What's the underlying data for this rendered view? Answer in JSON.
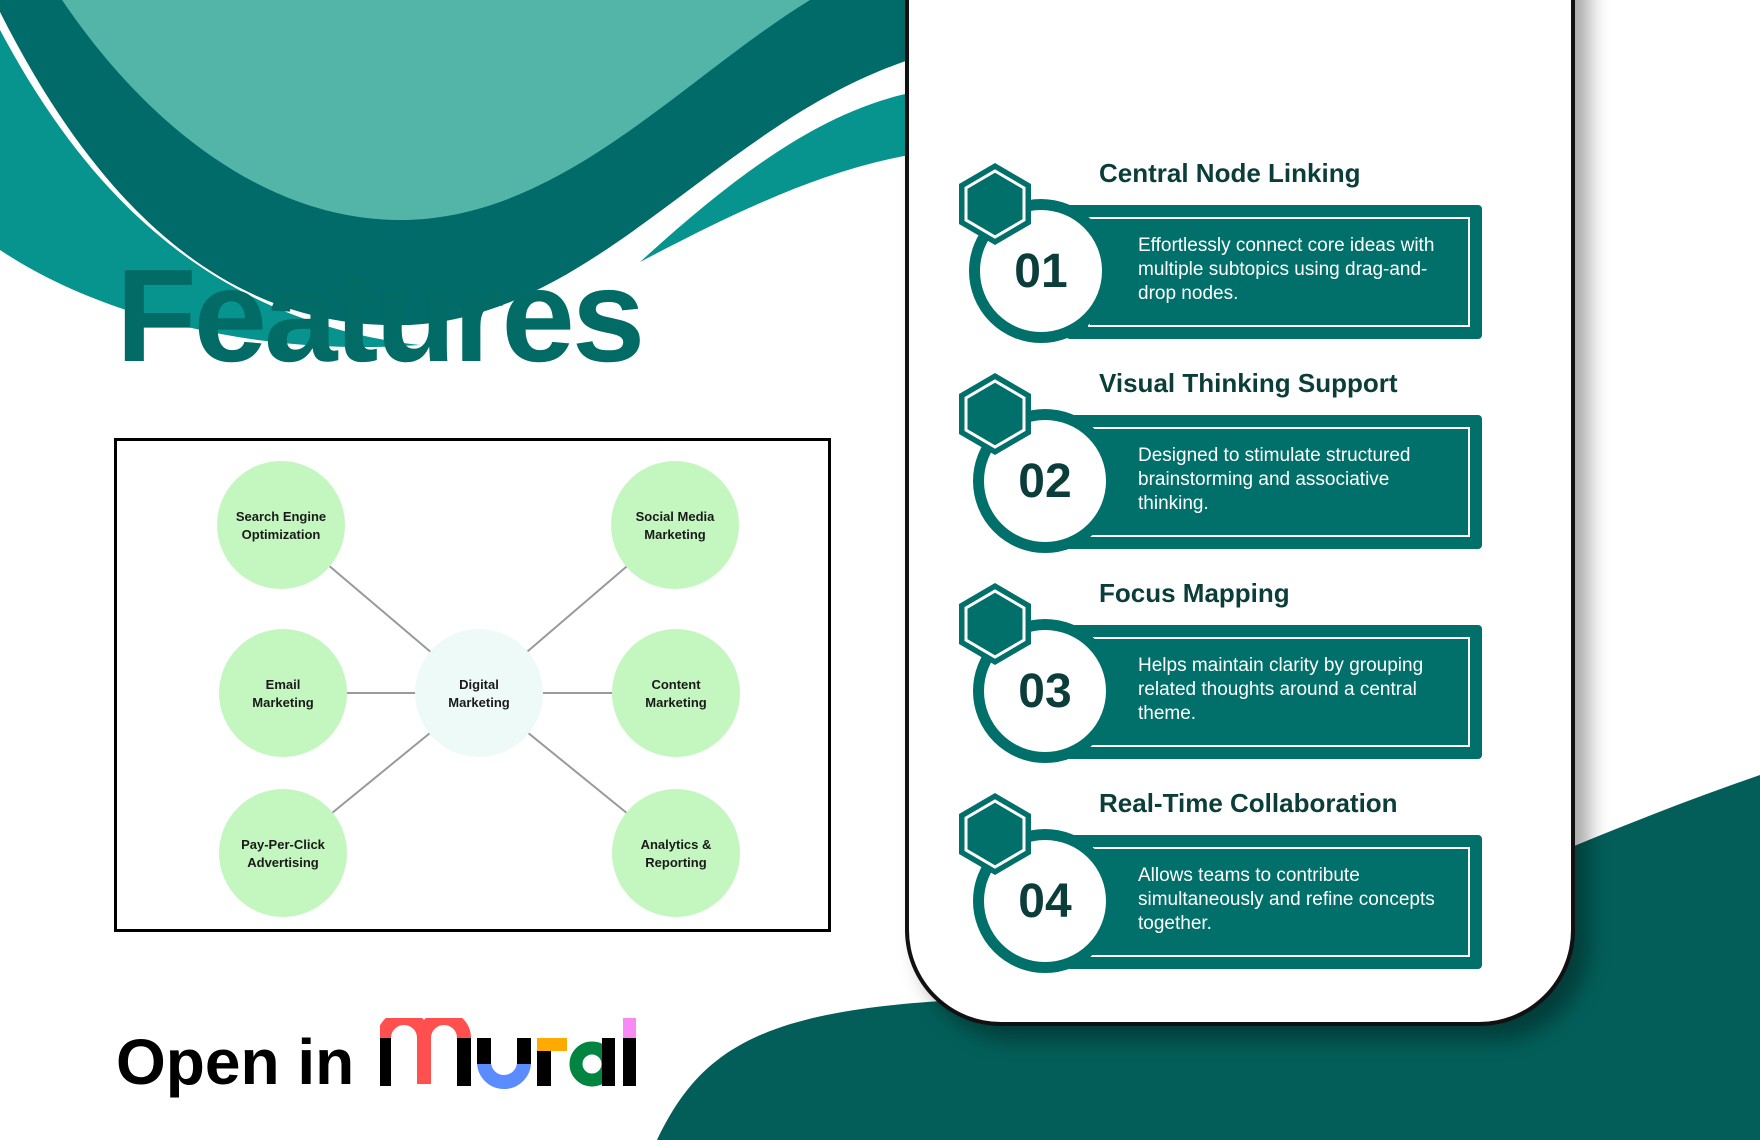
{
  "heading": "Features",
  "cta": {
    "text": "Open in",
    "logo_text": "mural"
  },
  "diagram": {
    "center": [
      "Digital",
      "Marketing"
    ],
    "nodes": [
      {
        "lines": [
          "Search Engine",
          "Optimization"
        ]
      },
      {
        "lines": [
          "Social Media",
          "Marketing"
        ]
      },
      {
        "lines": [
          "Email",
          "Marketing"
        ]
      },
      {
        "lines": [
          "Content",
          "Marketing"
        ]
      },
      {
        "lines": [
          "Pay-Per-Click",
          "Advertising"
        ]
      },
      {
        "lines": [
          "Analytics &",
          "Reporting"
        ]
      }
    ]
  },
  "features": [
    {
      "num": "01",
      "title": "Central Node Linking",
      "desc": "Effortlessly connect core ideas with multiple subtopics using drag-and-drop nodes."
    },
    {
      "num": "02",
      "title": "Visual Thinking Support",
      "desc": "Designed to stimulate structured brainstorming and associative thinking."
    },
    {
      "num": "03",
      "title": "Focus Mapping",
      "desc": "Helps maintain clarity by grouping related thoughts around a central theme."
    },
    {
      "num": "04",
      "title": "Real-Time Collaboration",
      "desc": "Allows teams to contribute simultaneously and refine concepts together."
    }
  ],
  "colors": {
    "teal_dark": "#02706a",
    "teal_light": "#52b5a8",
    "teal_mid": "#07948f",
    "node_green": "#c4f7bf",
    "node_center": "#eefaf7"
  }
}
